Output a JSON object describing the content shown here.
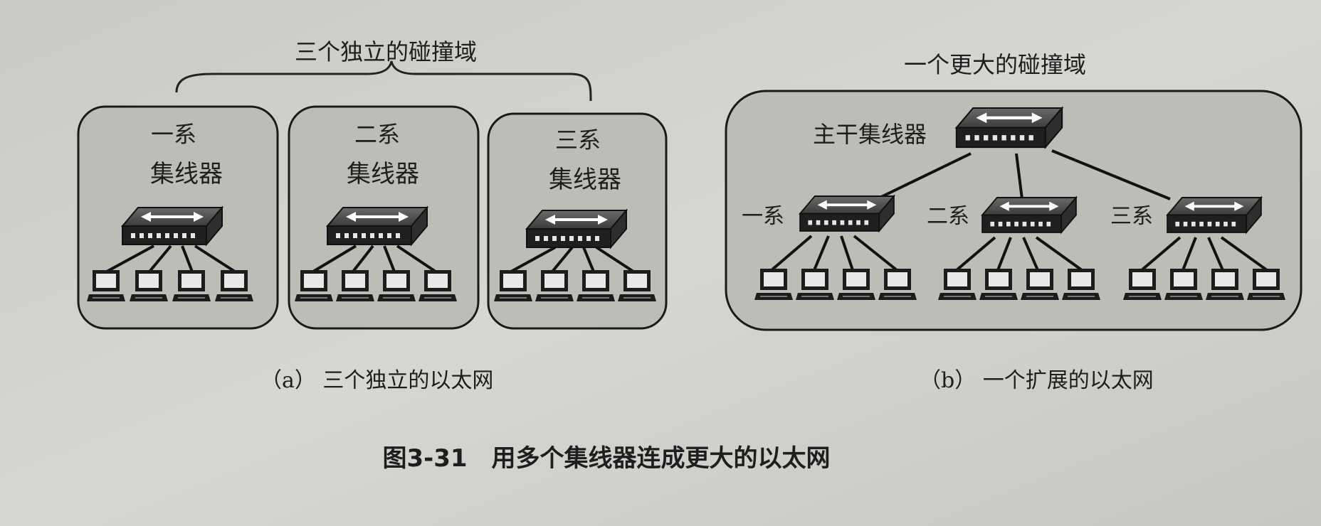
{
  "part_a": {
    "brace_label": "三个独立的碰撞域",
    "departments": [
      {
        "dept": "一系",
        "device": "集线器"
      },
      {
        "dept": "二系",
        "device": "集线器"
      },
      {
        "dept": "三系",
        "device": "集线器"
      }
    ],
    "caption": "（a） 三个独立的以太网"
  },
  "part_b": {
    "domain_label": "一个更大的碰撞域",
    "backbone_label": "主干集线器",
    "departments": [
      "一系",
      "二系",
      "三系"
    ],
    "caption": "（b） 一个扩展的以太网"
  },
  "figure_caption": "图3-31　用多个集线器连成更大的以太网"
}
